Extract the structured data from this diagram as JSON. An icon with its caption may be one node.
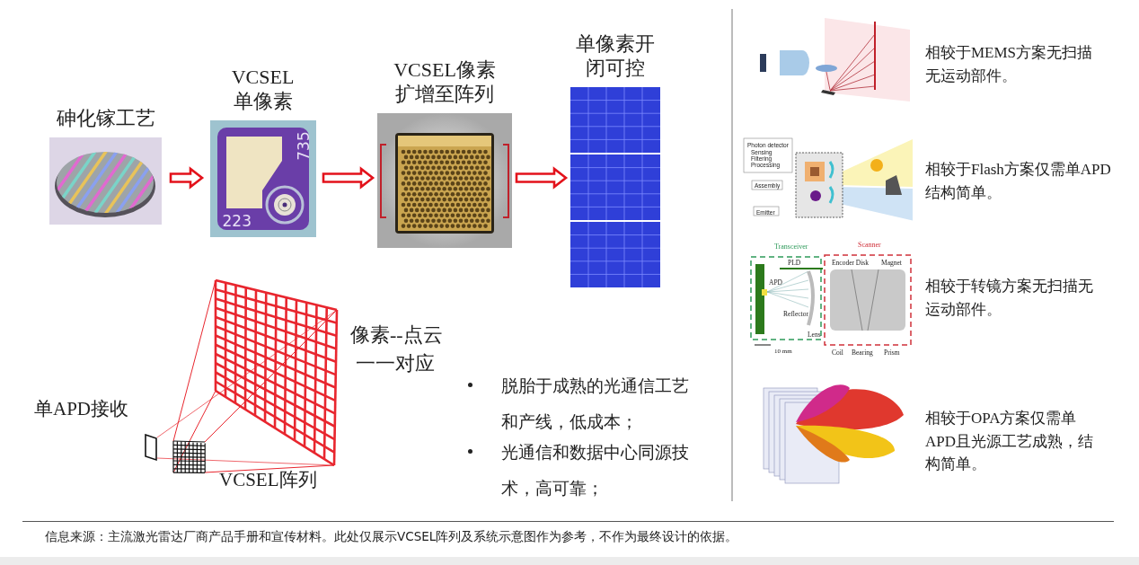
{
  "diagram": {
    "caption": "信息来源：主流激光雷达厂商产品手册和宣传材料。此处仅展示VCSEL阵列及系统示意图作为参考，不作为最终设计的依据。",
    "nodes": [
      {
        "text": [
          "砷化镓工艺"
        ]
      },
      {
        "text": [
          "VCSEL单像素"
        ]
      },
      {
        "text": [
          "VCSEL像素扩增至阵列"
        ]
      },
      {
        "text": [
          "单像素开闭可控"
        ]
      }
    ],
    "edges": [
      {
        "from": 0,
        "to": 1,
        "arrow": "to",
        "style": "thick"
      },
      {
        "from": 1,
        "to": 2,
        "arrow": "to",
        "style": "thick"
      },
      {
        "from": 2,
        "to": 3,
        "arrow": "to",
        "style": "thick"
      }
    ],
    "labels": [
      "735",
      "223",
      "像素--点云",
      "一一对应",
      "单APD接收",
      "VCSEL阵列",
      "脱胎于成熟的光通信工艺和产线，低成本；",
      "光通信和数据中心同源技术，高可靠；",
      "相较于MEMS方案无扫描无运动部件。",
      "Photon detector",
      "Sensing",
      "Filtering",
      "Processing",
      "Assembly",
      "Emitter",
      "相较于Flash方案仅需单APD结构简单。",
      "Transceiver",
      "Scanner",
      "PLD",
      "Encoder Disk",
      "Magnet",
      "APD",
      "Reflector",
      "Lens",
      "10 mm",
      "Coil",
      "Bearing",
      "Prism",
      "相较于转镜方案无扫描无运动部件。",
      "相较于OPA方案仅需单APD且光源工艺成熟，结构简单。"
    ]
  }
}
